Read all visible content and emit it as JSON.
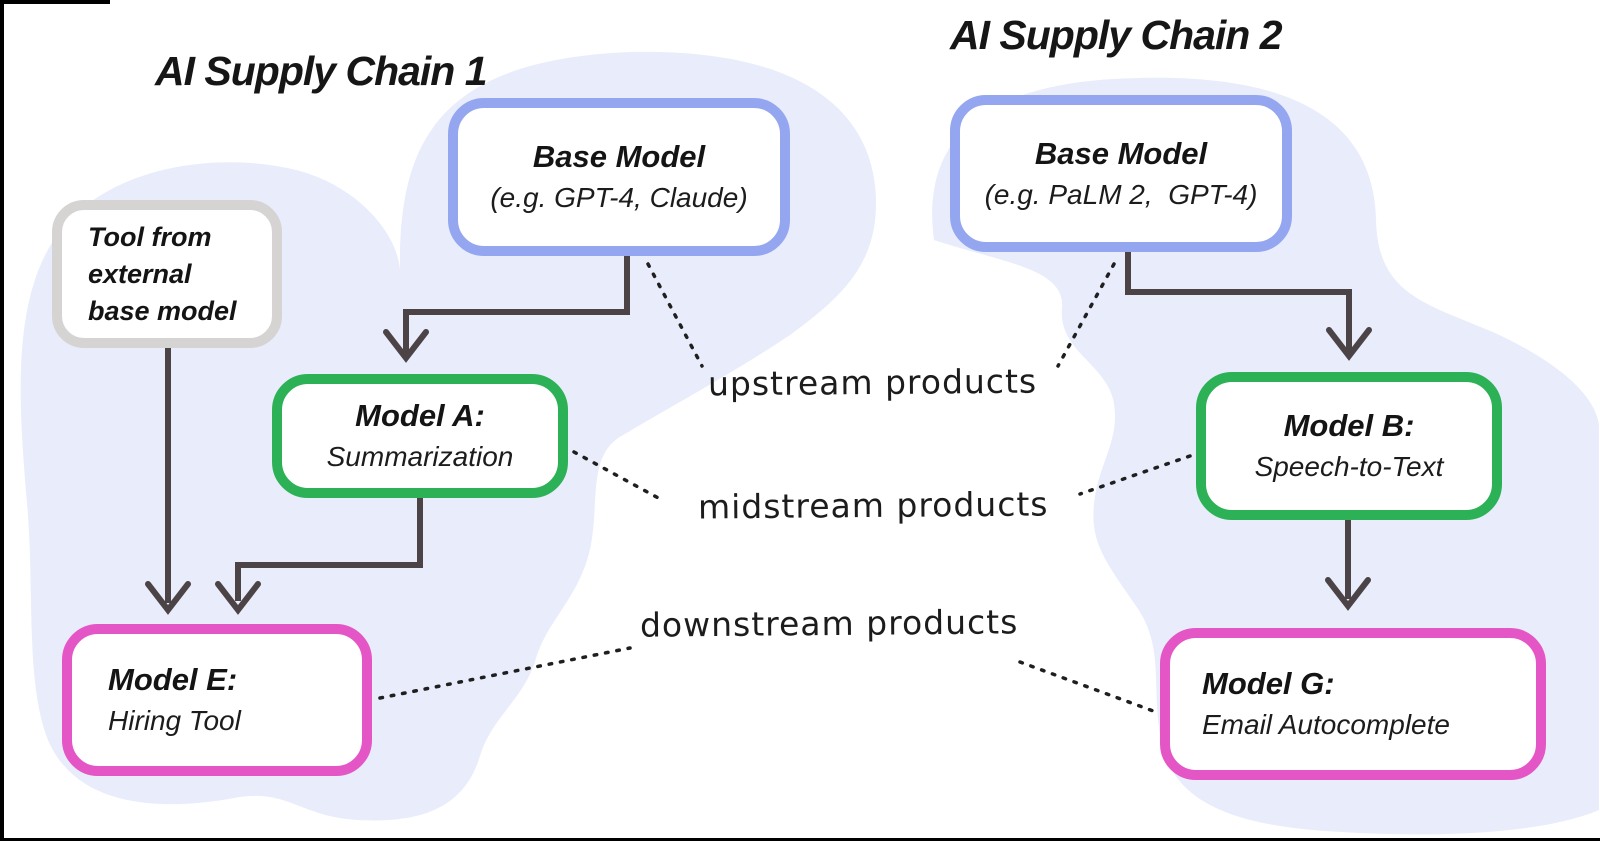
{
  "titles": {
    "chain1": "AI Supply Chain 1",
    "chain2": "AI Supply Chain 2"
  },
  "boxes": {
    "base_model_1": {
      "title": "Base Model",
      "subtitle": "(e.g. GPT-4, Claude)",
      "border_color": "#94a6ef"
    },
    "base_model_2": {
      "title": "Base Model",
      "subtitle": "(e.g. PaLM 2,  GPT-4)",
      "border_color": "#94a6ef"
    },
    "external_tool": {
      "label": "Tool from external base model",
      "border_color": "#d6d3d3"
    },
    "model_a": {
      "title": "Model A:",
      "subtitle": "Summarization",
      "border_color": "#2db156"
    },
    "model_b": {
      "title": "Model B:",
      "subtitle": "Speech-to-Text",
      "border_color": "#2db156"
    },
    "model_e": {
      "title": "Model E:",
      "subtitle": "Hiring Tool",
      "border_color": "#e455c5"
    },
    "model_g": {
      "title": "Model G:",
      "subtitle": "Email Autocomplete",
      "border_color": "#e455c5"
    }
  },
  "annotations": {
    "upstream": "upstream products",
    "midstream": "midstream products",
    "downstream": "downstream products"
  },
  "colors": {
    "blob_background": "#e8ecfb",
    "arrow": "#4b4345",
    "dotted_line": "#1f1f1f",
    "text": "#111111",
    "frame": "#000000"
  }
}
